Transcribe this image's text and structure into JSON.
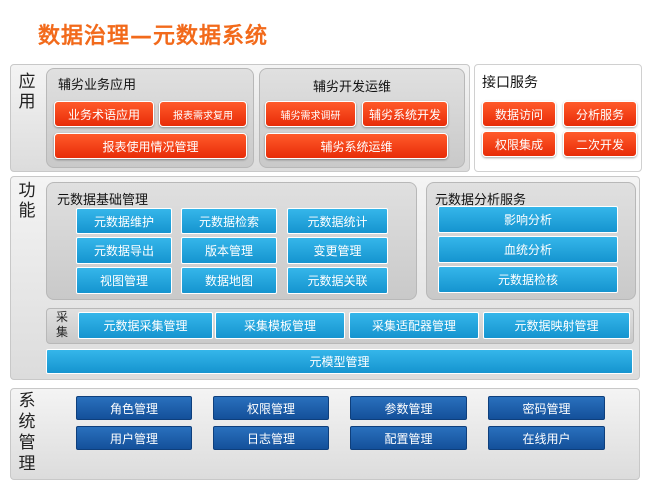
{
  "title": "数据治理—元数据系统",
  "app_layer": {
    "label": "应\n用",
    "biz": {
      "title": "辅劣业务应用",
      "items": [
        "业务术语应用",
        "报表需求复用",
        "报表使用情况管理"
      ]
    },
    "dev": {
      "title": "辅劣开发运维",
      "items": [
        "辅劣需求调研",
        "辅劣系统开发",
        "辅劣系统运维"
      ]
    },
    "api": {
      "title": "接口服务",
      "items": [
        "数据访问",
        "分析服务",
        "权限集成",
        "二次开发"
      ]
    }
  },
  "func_layer": {
    "label": "功\n能",
    "basic": {
      "title": "元数据基础管理",
      "items": [
        "元数据维护",
        "元数据检索",
        "元数据统计",
        "元数据导出",
        "版本管理",
        "变更管理",
        "视图管理",
        "数据地图",
        "元数据关联"
      ]
    },
    "analysis": {
      "title": "元数据分析服务",
      "items": [
        "影响分析",
        "血统分析",
        "元数据检核"
      ]
    },
    "collect": {
      "label": "采\n集",
      "items": [
        "元数据采集管理",
        "采集模板管理",
        "采集适配器管理",
        "元数据映射管理"
      ]
    },
    "meta_model": "元模型管理"
  },
  "sys_layer": {
    "label": "系\n统\n管\n理",
    "items": [
      "角色管理",
      "权限管理",
      "参数管理",
      "密码管理",
      "用户管理",
      "日志管理",
      "配置管理",
      "在线用户"
    ]
  }
}
